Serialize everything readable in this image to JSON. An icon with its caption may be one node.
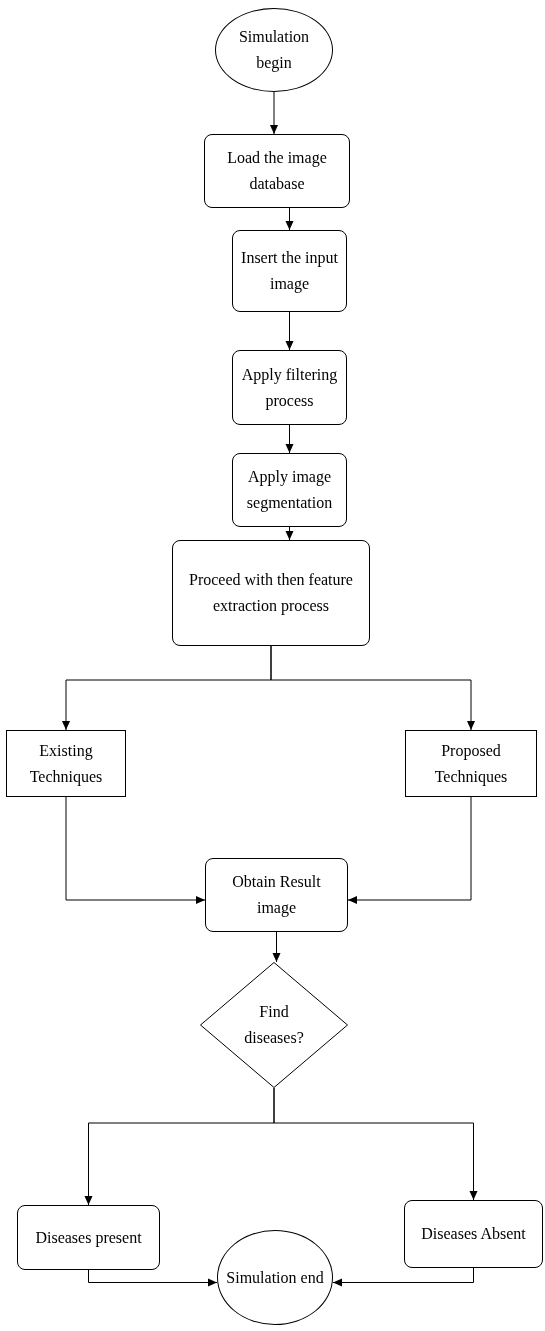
{
  "diagram": {
    "nodes": [
      {
        "text": [
          "Simulation begin"
        ]
      },
      {
        "text": [
          "Load the image database"
        ]
      },
      {
        "text": [
          "Insert the input image"
        ]
      },
      {
        "text": [
          "Apply filtering process"
        ]
      },
      {
        "text": [
          "Apply image segmentation"
        ]
      },
      {
        "text": [
          "Proceed with then feature extraction process"
        ]
      },
      {
        "text": [
          "Existing Techniques"
        ]
      },
      {
        "text": [
          "Proposed Techniques"
        ]
      },
      {
        "text": [
          "Obtain Result image"
        ]
      },
      {
        "text": [
          "Find diseases?"
        ]
      },
      {
        "text": [
          "Diseases present"
        ]
      },
      {
        "text": [
          "Diseases Absent"
        ]
      },
      {
        "text": [
          "Simulation end"
        ]
      }
    ],
    "edges": [
      {
        "from": 0,
        "to": 1,
        "arrow": "to"
      },
      {
        "from": 1,
        "to": 2,
        "arrow": "to"
      },
      {
        "from": 2,
        "to": 3,
        "arrow": "to"
      },
      {
        "from": 3,
        "to": 4,
        "arrow": "to"
      },
      {
        "from": 4,
        "to": 5,
        "arrow": "to"
      },
      {
        "from": 5,
        "to": 6,
        "arrow": "to"
      },
      {
        "from": 5,
        "to": 7,
        "arrow": "to"
      },
      {
        "from": 6,
        "to": 8,
        "arrow": "to"
      },
      {
        "from": 7,
        "to": 8,
        "arrow": "to"
      },
      {
        "from": 8,
        "to": 9,
        "arrow": "to"
      },
      {
        "from": 9,
        "to": 10,
        "arrow": "to"
      },
      {
        "from": 9,
        "to": 11,
        "arrow": "to"
      },
      {
        "from": 10,
        "to": 12,
        "arrow": "to"
      },
      {
        "from": 11,
        "to": 12,
        "arrow": "to"
      }
    ]
  }
}
